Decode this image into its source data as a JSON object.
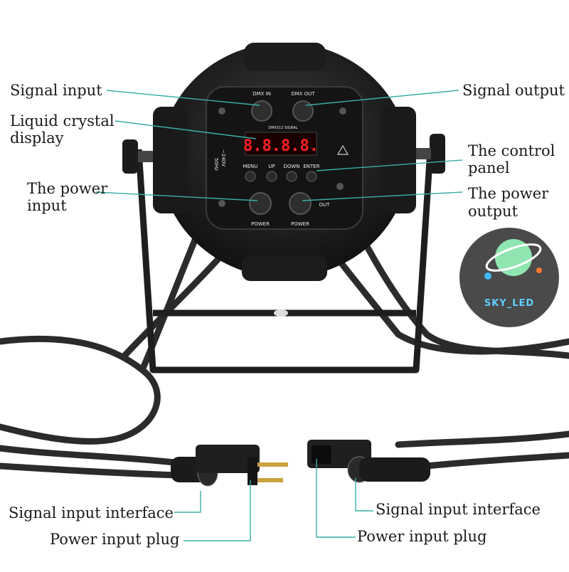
{
  "labels": {
    "signal_input": "Signal input",
    "lcd_line1": "Liquid crystal",
    "lcd_line2": "display",
    "power_input_line1": "The power",
    "power_input_line2": "input",
    "signal_output": "Signal output",
    "control_panel_line1": "The control",
    "control_panel_line2": "panel",
    "power_output_line1": "The power",
    "power_output_line2": "output",
    "left_signal_interface": "Signal input interface",
    "left_power_plug": "Power input plug",
    "right_signal_interface": "Signal input interface",
    "right_power_plug": "Power input plug"
  },
  "device": {
    "dmx_in": "DMX IN",
    "dmx_out": "DMX OUT",
    "display_digits": "8.8.8.8.",
    "display_caption": "DMX512 SIGNAL",
    "buttons": [
      "MENU",
      "UP",
      "DOWN",
      "ENTER"
    ],
    "power_left": "POWER",
    "power_right": "POWER",
    "out": "OUT",
    "voltage": "~240V",
    "frequency": "50Hz"
  },
  "logo": {
    "text": "SKY_LED",
    "colors": {
      "badge": "#4a4a4a",
      "planet": "#8fe6b0",
      "ring": "#ffffff",
      "dot": "#3fb8ff",
      "star": "#ff7a2f"
    }
  },
  "colors": {
    "leader": "#3aaea6",
    "label": "#1a1a1a",
    "display": "#ff2020"
  }
}
